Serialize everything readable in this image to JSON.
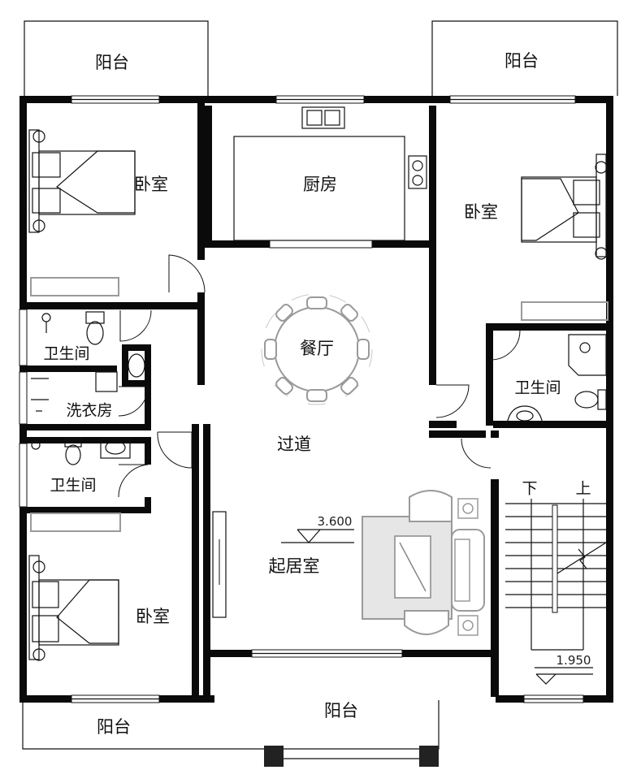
{
  "rooms": {
    "balcony_top_left": "阳台",
    "balcony_top_right": "阳台",
    "balcony_bottom_left": "阳台",
    "balcony_bottom_center": "阳台",
    "bedroom_top_left": "卧室",
    "bedroom_right": "卧室",
    "bedroom_bottom_left": "卧室",
    "kitchen": "厨房",
    "dining": "餐厅",
    "corridor": "过道",
    "living_room": "起居室",
    "bathroom_left_top": "卫生间",
    "bathroom_left_bottom": "卫生间",
    "bathroom_right": "卫生间",
    "laundry": "洗衣房"
  },
  "stairs": {
    "down": "下",
    "up": "上"
  },
  "elevations": {
    "floor": "3.600",
    "stair_landing": "1.950"
  }
}
